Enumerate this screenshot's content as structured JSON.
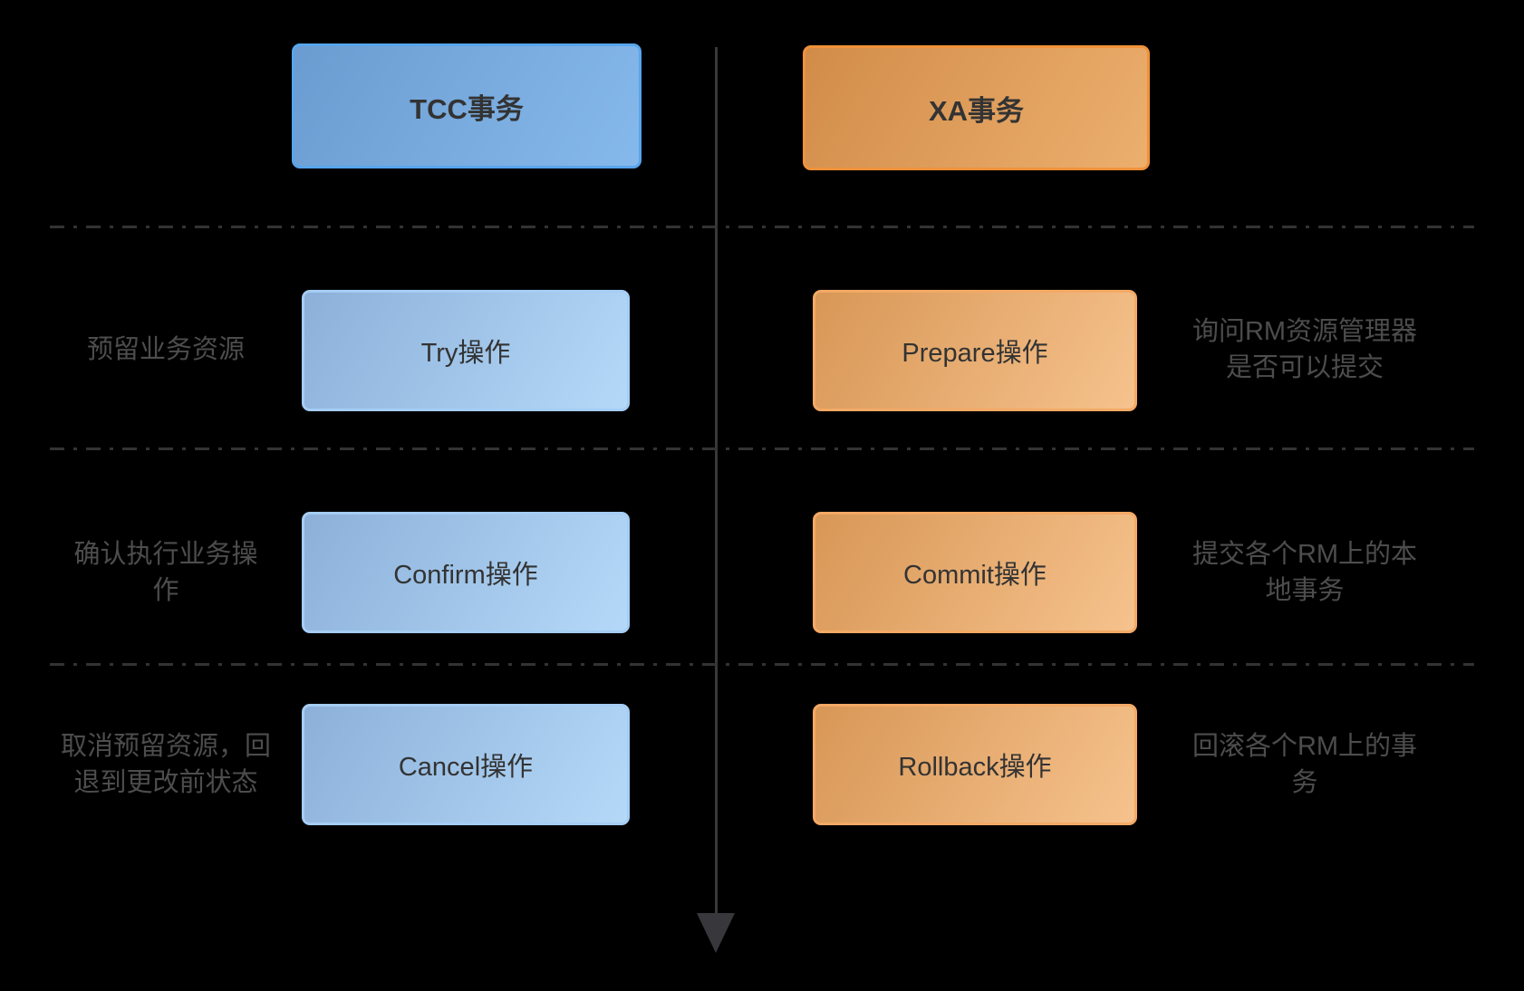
{
  "headers": {
    "tcc": "TCC事务",
    "xa": "XA事务"
  },
  "rows": [
    {
      "left_label": "预留业务资源",
      "tcc_action": "Try操作",
      "xa_action": "Prepare操作",
      "right_label": "询问RM资源管理器\n是否可以提交"
    },
    {
      "left_label": "确认执行业务操\n作",
      "tcc_action": "Confirm操作",
      "xa_action": "Commit操作",
      "right_label": "提交各个RM上的本\n地事务"
    },
    {
      "left_label": "取消预留资源，回\n退到更改前状态",
      "tcc_action": "Cancel操作",
      "xa_action": "Rollback操作",
      "right_label": "回滚各个RM上的事\n务"
    }
  ],
  "colors": {
    "background": "#000000",
    "blue_border": "#58A5EC",
    "blue_header_from": "#6B9CD1",
    "blue_header_to": "#86B9EB",
    "blue_body_border": "#A6CDF4",
    "blue_body_from": "#8CB0D9",
    "blue_body_to": "#B4D9F8",
    "orange_border": "#F0923A",
    "orange_header_from": "#D28C49",
    "orange_header_to": "#ECAF6E",
    "orange_body_border": "#F3A965",
    "orange_body_from": "#D89756",
    "orange_body_to": "#F6C28D",
    "box_text": "#333333",
    "label_text": "#4D4D4D",
    "separator": "#333333",
    "arrow": "#38383C"
  }
}
